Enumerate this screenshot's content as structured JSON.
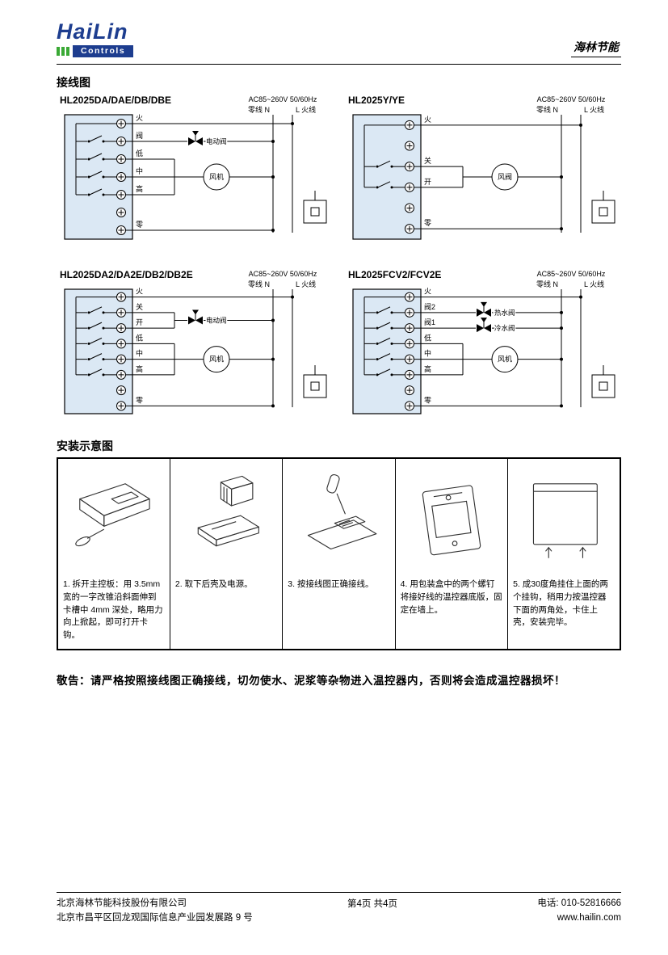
{
  "header": {
    "logo_text": "HaiLin",
    "logo_controls": "Controls",
    "brand": "海林节能"
  },
  "wiring": {
    "title": "接线图",
    "power": "AC85~260V 50/60Hz",
    "neutral_label": "零线 N",
    "live_label": "L 火线",
    "diagrams": [
      {
        "model": "HL2025DA/DAE/DB/DBE",
        "terminals": 7,
        "rows": [
          {
            "t": 0,
            "label": "火",
            "to": "L"
          },
          {
            "t": 1,
            "label": "阀",
            "to": "N",
            "valve": "电动阀"
          },
          {
            "t": 2,
            "label": "低",
            "to": "fan"
          },
          {
            "t": 3,
            "label": "中",
            "to": "fan"
          },
          {
            "t": 4,
            "label": "高",
            "to": "fan"
          },
          {
            "t": 6,
            "label": "零",
            "to": "N"
          }
        ],
        "fan": {
          "label": "风机",
          "row": 3
        }
      },
      {
        "model": "HL2025Y/YE",
        "terminals": 6,
        "rows": [
          {
            "t": 0,
            "label": "火",
            "to": "L"
          },
          {
            "t": 2,
            "label": "关",
            "to": "fan"
          },
          {
            "t": 3,
            "label": "开",
            "to": "fan"
          },
          {
            "t": 5,
            "label": "零",
            "to": "N"
          }
        ],
        "fan": {
          "label": "风阀",
          "row": 2.5
        }
      },
      {
        "model": "HL2025DA2/DA2E/DB2/DB2E",
        "terminals": 8,
        "rows": [
          {
            "t": 0,
            "label": "火",
            "to": "L"
          },
          {
            "t": 1,
            "label": "关",
            "to": "valvepair"
          },
          {
            "t": 2,
            "label": "开",
            "to": "valvepair"
          },
          {
            "t": 3,
            "label": "低",
            "to": "fan"
          },
          {
            "t": 4,
            "label": "中",
            "to": "fan"
          },
          {
            "t": 5,
            "label": "高",
            "to": "fan"
          },
          {
            "t": 7,
            "label": "零",
            "to": "N"
          }
        ],
        "valvepair": {
          "label": "电动阀"
        },
        "fan": {
          "label": "风机",
          "row": 4
        }
      },
      {
        "model": "HL2025FCV2/FCV2E",
        "terminals": 8,
        "rows": [
          {
            "t": 0,
            "label": "火",
            "to": "L"
          },
          {
            "t": 1,
            "label": "阀2",
            "to": "N",
            "valve": "热水阀"
          },
          {
            "t": 2,
            "label": "阀1",
            "to": "N",
            "valve": "冷水阀"
          },
          {
            "t": 3,
            "label": "低",
            "to": "fan"
          },
          {
            "t": 4,
            "label": "中",
            "to": "fan"
          },
          {
            "t": 5,
            "label": "高",
            "to": "fan"
          },
          {
            "t": 7,
            "label": "零",
            "to": "N"
          }
        ],
        "fan": {
          "label": "风机",
          "row": 4
        }
      }
    ]
  },
  "install": {
    "title": "安装示意图",
    "steps": [
      {
        "text": "1. 拆开主控板：用 3.5mm 宽的一字改锥沿斜面伸到卡槽中 4mm 深处，略用力向上掀起，即可打开卡钩。"
      },
      {
        "text": "2. 取下后壳及电源。"
      },
      {
        "text": "3. 按接线图正确接线。"
      },
      {
        "text": "4. 用包装盒中的两个螺钉将接好线的温控器底版，固定在墙上。"
      },
      {
        "text": "5. 成30度角挂住上面的两个挂钩，稍用力按温控器下面的两角处，卡住上壳，安装完毕。"
      }
    ]
  },
  "warning": "敬告：请严格按照接线图正确接线，切勿使水、泥浆等杂物进入温控器内，否则将会造成温控器损坏！",
  "footer": {
    "company": "北京海林节能科技股份有限公司",
    "address": "北京市昌平区回龙观国际信息产业园发展路 9 号",
    "page": "第4页 共4页",
    "phone": "电话: 010-52816666",
    "website": "www.hailin.com"
  },
  "colors": {
    "logo_blue": "#1d3d8f",
    "logo_green": "#3aa935",
    "terminal_block_fill": "#dbe8f4"
  }
}
